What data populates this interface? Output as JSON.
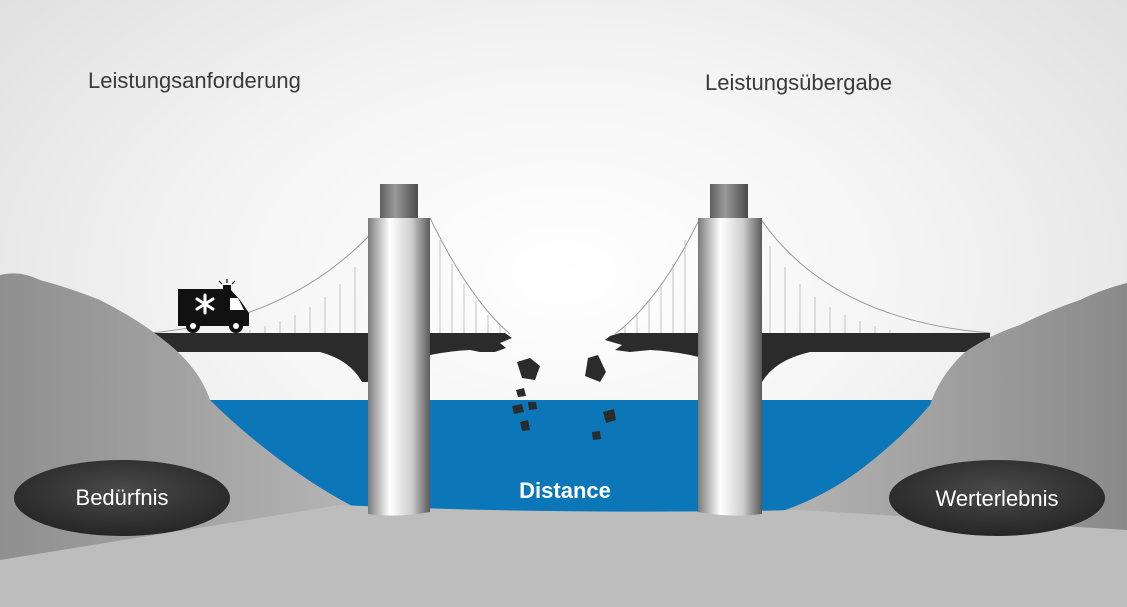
{
  "labels": {
    "top_left": "Leistungsanforderung",
    "top_right": "Leistungsübergabe",
    "ellipse_left": "Bedürfnis",
    "ellipse_right": "Werterlebnis",
    "center": "Distance"
  },
  "icons": {
    "vehicle": "ambulance-icon"
  },
  "colors": {
    "water": "#0b76b8",
    "ground": "#bdbdbd",
    "deck": "#2b2b2b",
    "ellipse": "#2e2e2e"
  }
}
